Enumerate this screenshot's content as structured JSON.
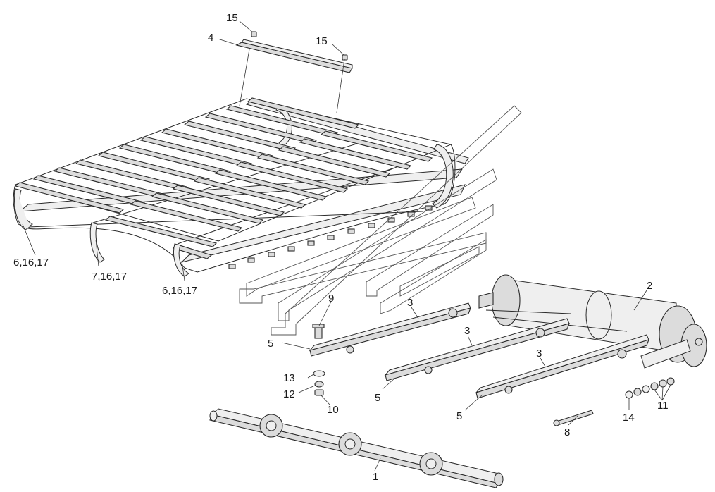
{
  "diagram": {
    "callouts": {
      "c15a": "15",
      "c4": "4",
      "c15b": "15",
      "c6a": "6,16,17",
      "c7": "7,16,17",
      "c6b": "6,16,17",
      "c9": "9",
      "c3a": "3",
      "c3b": "3",
      "c3c": "3",
      "c2": "2",
      "c5a": "5",
      "c5b": "5",
      "c5c": "5",
      "c13": "13",
      "c12": "12",
      "c10": "10",
      "c14": "14",
      "c11": "11",
      "c8": "8",
      "c1": "1"
    }
  }
}
